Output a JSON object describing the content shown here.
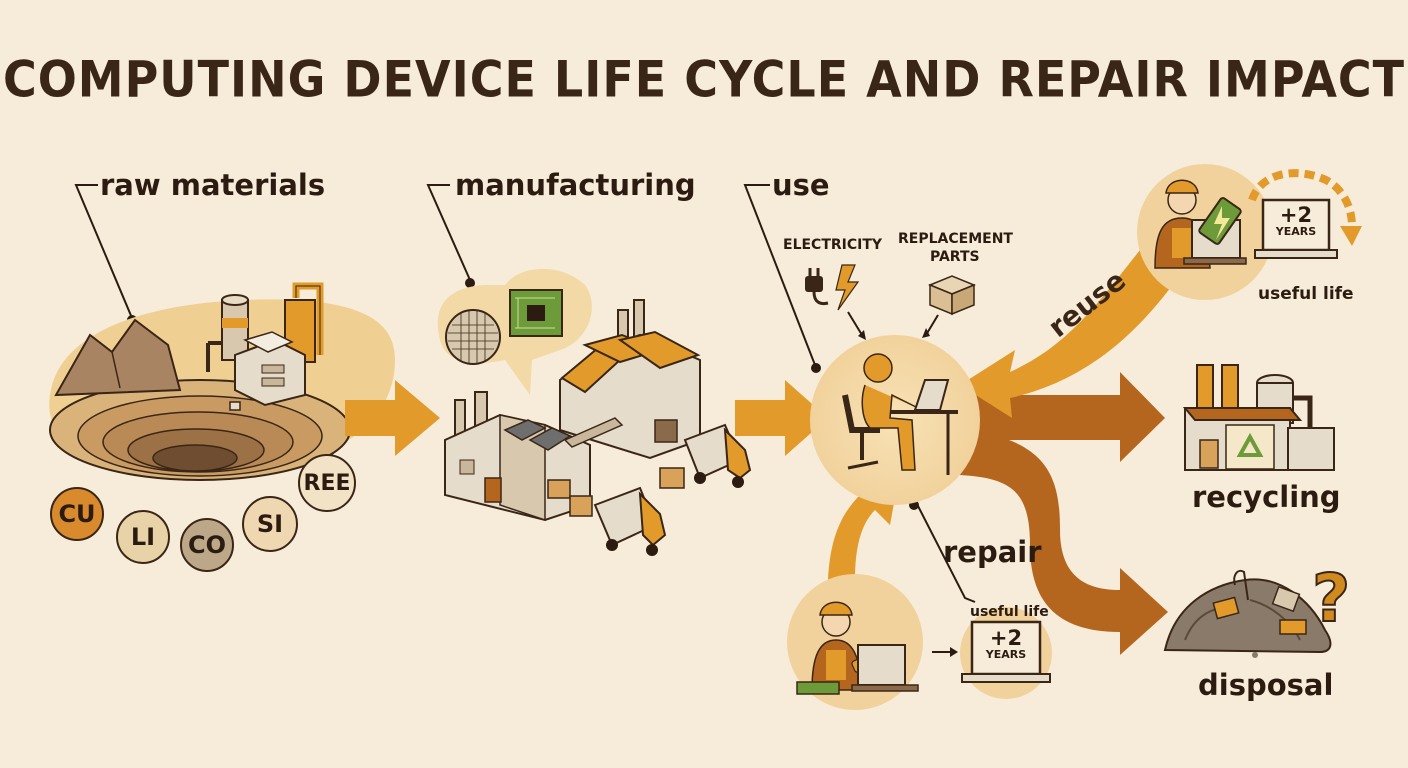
{
  "title": "COMPUTING DEVICE LIFE CYCLE AND REPAIR IMPACT",
  "stages": {
    "raw_materials": "raw materials",
    "manufacturing": "manufacturing",
    "use": "use",
    "repair": "repair",
    "reuse": "reuse",
    "recycling": "recycling",
    "disposal": "disposal"
  },
  "inputs": {
    "electricity": "ELECTRICITY",
    "replacement_parts_line1": "REPLACEMENT",
    "replacement_parts_line2": "PARTS"
  },
  "minerals": [
    "CU",
    "LI",
    "CO",
    "SI",
    "REE"
  ],
  "extension": {
    "amount": "+2",
    "unit": "YEARS",
    "label": "useful life"
  },
  "disposal_mark": "?",
  "colors": {
    "background": "#f6ecd9",
    "accent_orange": "#e29a2b",
    "accent_brown": "#b4661f",
    "ink": "#3a2616",
    "light_tan": "#f3d9a6"
  }
}
